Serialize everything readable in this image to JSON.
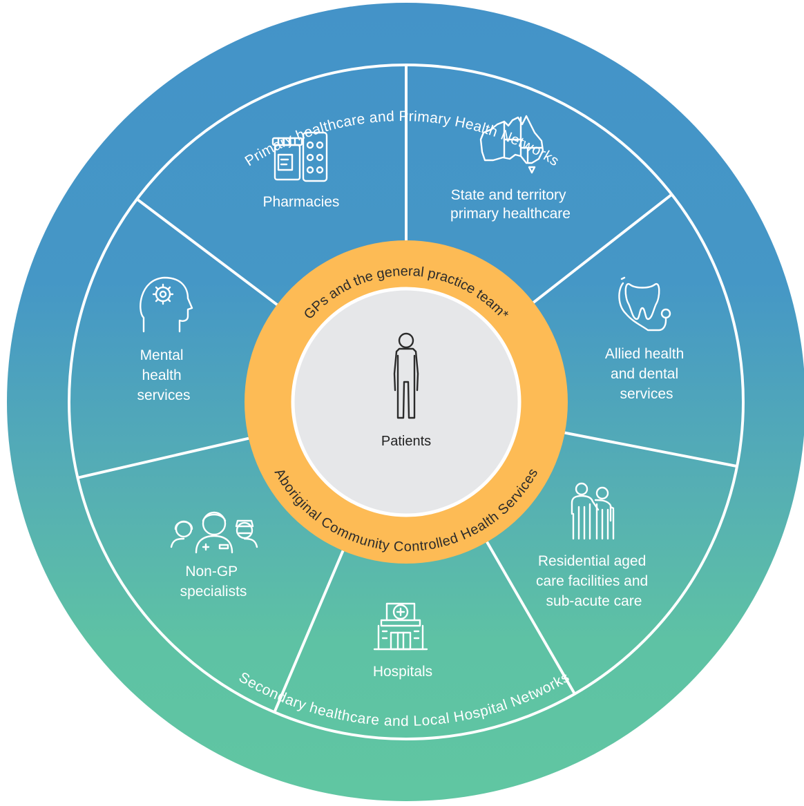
{
  "outer_ring": {
    "top_label": "Primary healthcare and Primary Health Networks",
    "bottom_label": "Secondary healthcare and Local Hospital Networks"
  },
  "segments": [
    {
      "id": "pharmacies",
      "lines": [
        "Pharmacies"
      ],
      "icon": "pharmacy-icon"
    },
    {
      "id": "state-territory",
      "lines": [
        "State and territory",
        "primary healthcare"
      ],
      "icon": "australia-map-icon"
    },
    {
      "id": "allied-dental",
      "lines": [
        "Allied health",
        "and dental",
        "services"
      ],
      "icon": "tooth-stethoscope-icon"
    },
    {
      "id": "aged-care",
      "lines": [
        "Residential aged",
        "care facilities and",
        "sub-acute care"
      ],
      "icon": "elderly-couple-icon"
    },
    {
      "id": "hospitals",
      "lines": [
        "Hospitals"
      ],
      "icon": "hospital-icon"
    },
    {
      "id": "specialists",
      "lines": [
        "Non-GP",
        "specialists"
      ],
      "icon": "medical-team-icon"
    },
    {
      "id": "mental-health",
      "lines": [
        "Mental",
        "health",
        "services"
      ],
      "icon": "head-gear-icon"
    }
  ],
  "middle_ring": {
    "top_label": "GPs and the general practice team*",
    "bottom_label": "Aboriginal Community Controlled Health Services"
  },
  "core": {
    "label": "Patients",
    "icon": "person-icon"
  },
  "colors": {
    "top_blue": "#4493c8",
    "bottom_teal": "#5fc4a2",
    "gp_ring": "#fdbb55",
    "core": "#e6e7e9",
    "core_border": "#ffffff",
    "divider": "#ffffff"
  }
}
